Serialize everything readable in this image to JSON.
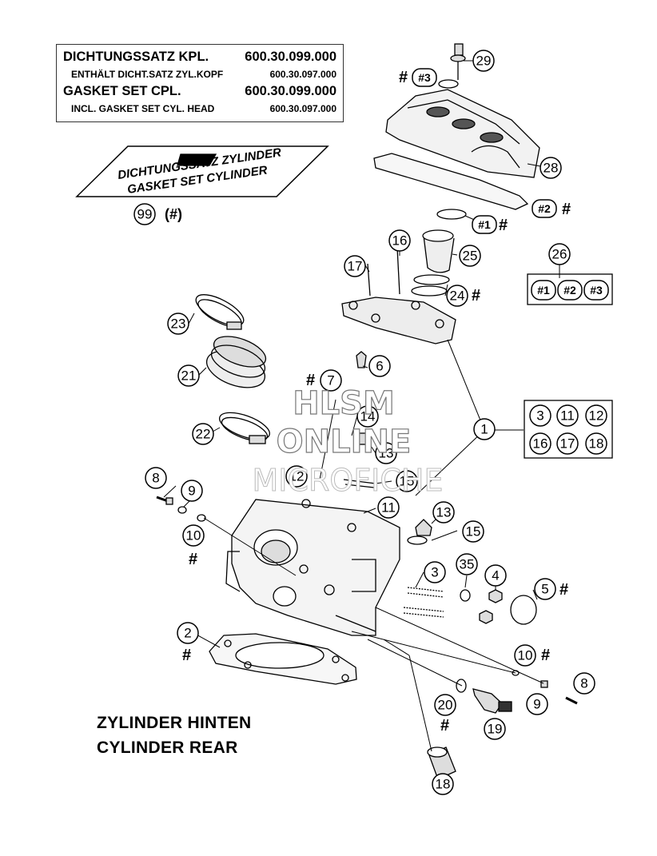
{
  "gasket_info": {
    "line1_label": "DICHTUNGSSATZ KPL.",
    "line1_number": "600.30.099.000",
    "line2_label": "ENTHÄLT DICHT.SATZ ZYL.KOPF",
    "line2_number": "600.30.097.000",
    "line3_label": "GASKET SET CPL.",
    "line3_number": "600.30.099.000",
    "line4_label": "INCL. GASKET SET CYL. HEAD",
    "line4_number": "600.30.097.000"
  },
  "kit": {
    "label1": "DICHTUNGSSATZ ZYLINDER",
    "label2": "GASKET SET CYLINDER",
    "callout": "99",
    "callout_suffix": "(#)"
  },
  "caption": {
    "line1": "ZYLINDER HINTEN",
    "line2": "CYLINDER REAR"
  },
  "watermark": {
    "line1": "HLSM",
    "line2": "ONLINE",
    "line3": "MICROFICHE"
  },
  "hash": "#",
  "callouts": {
    "c1": "1",
    "c2": "2",
    "c3": "3",
    "c4": "4",
    "c5": "5",
    "c6": "6",
    "c7": "7",
    "c8a": "8",
    "c8b": "8",
    "c9a": "9",
    "c9b": "9",
    "c10a": "10",
    "c10b": "10",
    "c11": "11",
    "c12": "12",
    "c13a": "13",
    "c13b": "13",
    "c14": "14",
    "c15a": "15",
    "c15b": "15",
    "c16": "16",
    "c17": "17",
    "c18": "18",
    "c19": "19",
    "c20": "20",
    "c21": "21",
    "c22": "22",
    "c23": "23",
    "c24": "24",
    "c25": "25",
    "c26": "26",
    "c28": "28",
    "c29": "29",
    "c35": "35",
    "r1": "#1",
    "r2": "#2",
    "r3": "#3",
    "k1": "#1",
    "k2": "#2",
    "k3": "#3",
    "g3": "3",
    "g11": "11",
    "g12": "12",
    "g16": "16",
    "g17": "17",
    "g18": "18"
  },
  "colors": {
    "line": "#000000",
    "watermark_stroke": "#777777"
  }
}
